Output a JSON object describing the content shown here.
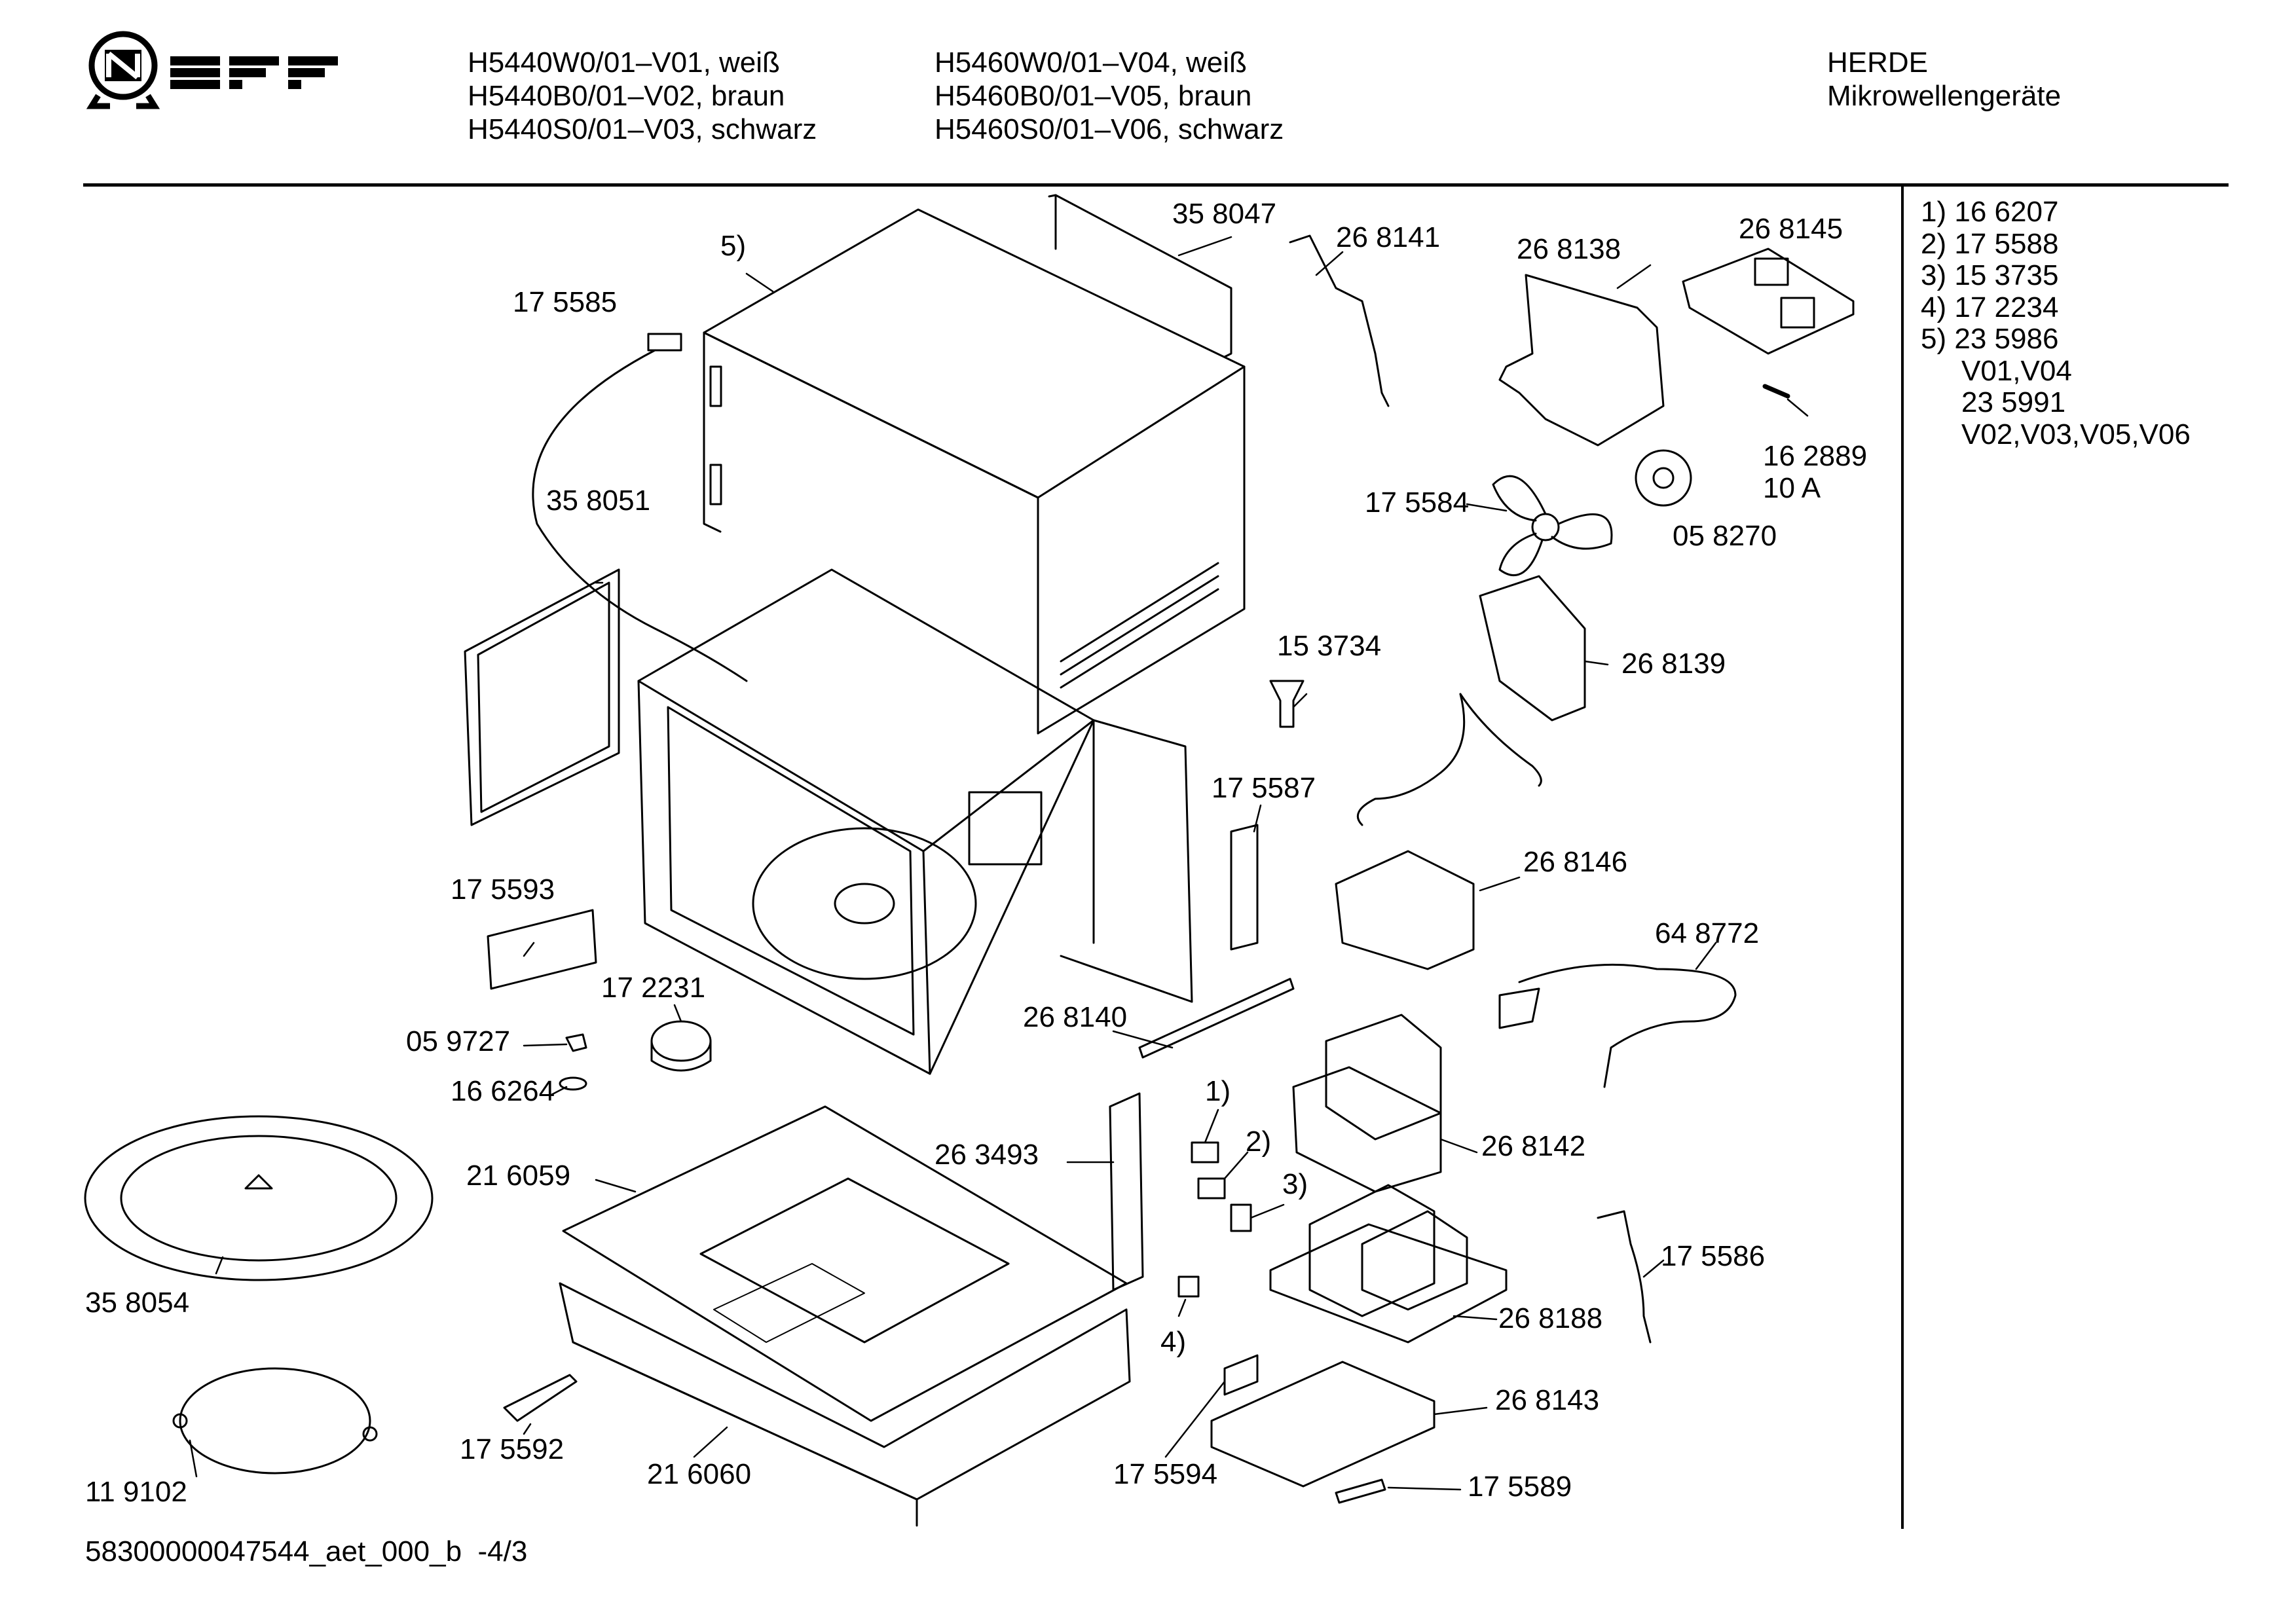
{
  "header": {
    "col1": [
      "H5440W0/01–V01, weiß",
      "H5440B0/01–V02, braun",
      "H5440S0/01–V03, schwarz"
    ],
    "col2": [
      "H5460W0/01–V04, weiß",
      "H5460B0/01–V05, braun",
      "H5460S0/01–V06, schwarz"
    ],
    "category": [
      "HERDE",
      "Mikrowellengeräte"
    ]
  },
  "logo": {
    "text": "NEFF"
  },
  "part_labels": {
    "p5": "5)",
    "p358047": "35 8047",
    "p268141": "26 8141",
    "p268138": "26 8138",
    "p268145": "26 8145",
    "p175585": "17 5585",
    "p162889": "16 2889",
    "p10a": "10 A",
    "p358051": "35 8051",
    "p175584": "17 5584",
    "p058270": "05 8270",
    "p153734": "15 3734",
    "p268139": "26 8139",
    "p175587": "17 5587",
    "p175593": "17 5593",
    "p268146": "26 8146",
    "p172231": "17 2231",
    "p648772": "64 8772",
    "p059727": "05 9727",
    "p268140": "26 8140",
    "p166264": "16 6264",
    "p1": "1)",
    "p2": "2)",
    "p263493": "26 3493",
    "p268142": "26 8142",
    "p216059": "21 6059",
    "p3": "3)",
    "p175586": "17 5586",
    "p358054": "35 8054",
    "p4": "4)",
    "p268188": "26 8188",
    "p268143": "26 8143",
    "p175592": "17 5592",
    "p216060": "21 6060",
    "p175594": "17 5594",
    "p175589": "17 5589",
    "p119102": "11 9102"
  },
  "legend": [
    {
      "key": "1)",
      "value": "16 6207"
    },
    {
      "key": "2)",
      "value": "17 5588"
    },
    {
      "key": "3)",
      "value": "15 3735"
    },
    {
      "key": "4)",
      "value": "17 2234"
    },
    {
      "key": "5)",
      "value": "23 5986"
    }
  ],
  "legend_sub": [
    "V01,V04",
    "23 5991",
    "V02,V03,V05,V06"
  ],
  "footer": {
    "doc_id": "58300000047544_aet_000_b",
    "page": "-4/3"
  }
}
